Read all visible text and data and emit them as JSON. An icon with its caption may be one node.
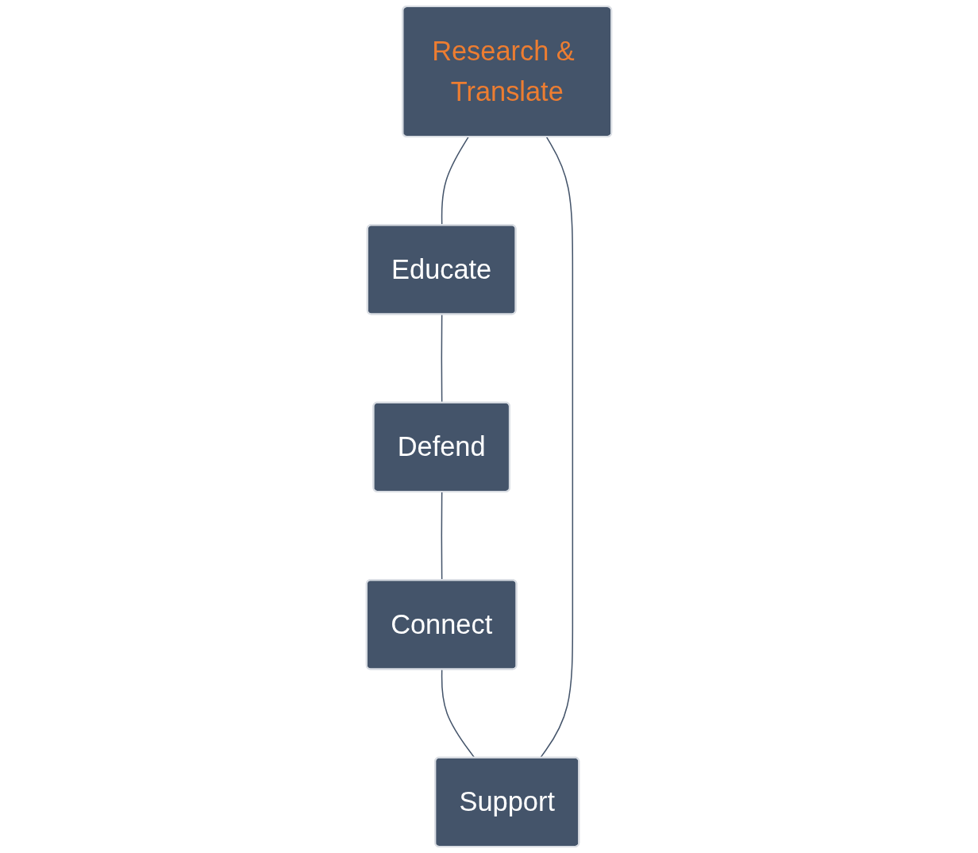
{
  "diagram": {
    "nodes": [
      {
        "text": [
          "Research & Translate"
        ]
      },
      {
        "text": [
          "Educate"
        ]
      },
      {
        "text": [
          "Defend"
        ]
      },
      {
        "text": [
          "Connect"
        ]
      },
      {
        "text": [
          "Support"
        ]
      }
    ],
    "edges": [
      {
        "from": 0,
        "to": 1,
        "arrow": "none"
      },
      {
        "from": 1,
        "to": 2,
        "arrow": "none"
      },
      {
        "from": 2,
        "to": 3,
        "arrow": "none"
      },
      {
        "from": 3,
        "to": 4,
        "arrow": "none"
      },
      {
        "from": 4,
        "to": 0,
        "arrow": "none"
      }
    ]
  }
}
